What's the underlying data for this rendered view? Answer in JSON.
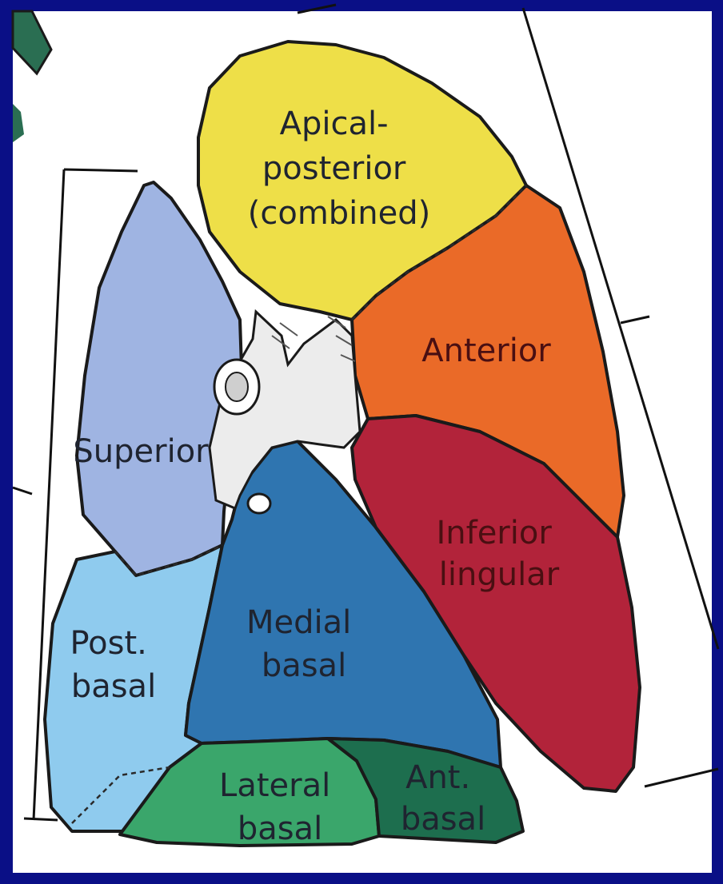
{
  "labels": {
    "apical_posterior": [
      "Apical-",
      "posterior",
      "(combined)"
    ],
    "anterior": "Anterior",
    "inferior_lingular": [
      "Inferior",
      "lingular"
    ],
    "superior": "Superior",
    "post_basal": [
      "Post.",
      "basal"
    ],
    "medial_basal": [
      "Medial",
      "basal"
    ],
    "lateral_basal": [
      "Lateral",
      "basal"
    ],
    "ant_basal": [
      "Ant.",
      "basal"
    ]
  },
  "colors": {
    "border": "#0a0f86",
    "panel": "#ffffff",
    "apical_posterior": "#eedf48",
    "anterior": "#ea6a28",
    "inferior_lingular": "#b2233a",
    "superior": "#9fb4e2",
    "post_basal": "#8fcbee",
    "medial_basal": "#2f75b0",
    "lateral_basal": "#3aa66b",
    "ant_basal": "#1d6e4e",
    "hilum": "#ececec",
    "bronchus_stub": "#2a6e52"
  }
}
